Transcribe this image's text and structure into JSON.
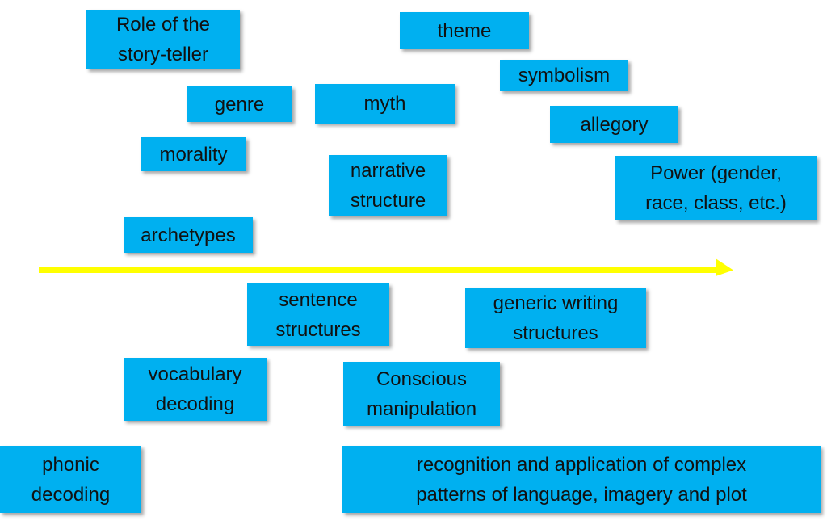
{
  "diagram": {
    "arrow": {
      "color": "#FFFF00",
      "direction": "right"
    },
    "box_color": "#00B0F0",
    "upper_concepts": [
      {
        "id": "role",
        "label": "Role of the\nstory-teller"
      },
      {
        "id": "theme",
        "label": "theme"
      },
      {
        "id": "symbolism",
        "label": "symbolism"
      },
      {
        "id": "genre",
        "label": "genre"
      },
      {
        "id": "myth",
        "label": "myth"
      },
      {
        "id": "allegory",
        "label": "allegory"
      },
      {
        "id": "morality",
        "label": "morality"
      },
      {
        "id": "narrative",
        "label": "narrative\nstructure"
      },
      {
        "id": "power",
        "label": "Power (gender,\nrace, class, etc.)"
      },
      {
        "id": "archetypes",
        "label": "archetypes"
      }
    ],
    "lower_skills": [
      {
        "id": "sentence",
        "label": "sentence\nstructures"
      },
      {
        "id": "generic",
        "label": "generic writing\nstructures"
      },
      {
        "id": "vocabulary",
        "label": "vocabulary\ndecoding"
      },
      {
        "id": "conscious",
        "label": "Conscious\nmanipulation"
      },
      {
        "id": "phonic",
        "label": "phonic\ndecoding"
      },
      {
        "id": "recognition",
        "label": "recognition and application of complex\npatterns of language, imagery and plot"
      }
    ]
  }
}
